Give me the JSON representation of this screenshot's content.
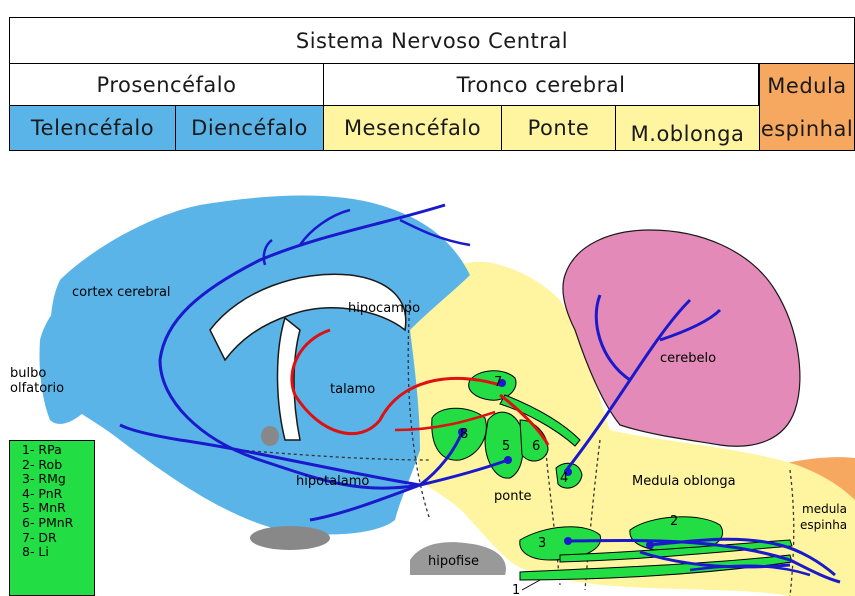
{
  "header": {
    "title": "Sistema Nervoso Central",
    "prosencefalo": "Prosencéfalo",
    "tronco": "Tronco cerebral",
    "medula_line1": "Medula",
    "medula_line2": "espinhal",
    "telencefalo": "Telencéfalo",
    "diencefalo": "Diencéfalo",
    "mesencefalo": "Mesencéfalo",
    "ponte": "Ponte",
    "oblonga": "M.oblonga"
  },
  "colors": {
    "forebrain_blue": "#5ab4e8",
    "brainstem_yellow": "#fff4a0",
    "spinal_orange": "#f7a860",
    "cerebellum_pink": "#e48ab8",
    "nuclei_green": "#22dd44",
    "fiber_blue": "#1a1acc",
    "fiber_red": "#dd1111",
    "hypophysis_grey": "#999999"
  },
  "labels": {
    "cortex": "cortex cerebral",
    "bulbo_1": "bulbo",
    "bulbo_2": "olfatorio",
    "hipocampo": "hipocampo",
    "talamo": "talamo",
    "hipotalamo": "hipotalamo",
    "hipofise": "hipofise",
    "ponte": "ponte",
    "cerebelo": "cerebelo",
    "medula_oblonga": "Medula oblonga",
    "medula_espinhal_1": "medula",
    "medula_espinhal_2": "espinha"
  },
  "nuclei": {
    "n1": "1",
    "n2": "2",
    "n3": "3",
    "n4": "4",
    "n5": "5",
    "n6": "6",
    "n7": "7",
    "n8": "8"
  },
  "legend": [
    "1- RPa",
    "2- Rob",
    "3- RMg",
    "4- PnR",
    "5- MnR",
    "6- PMnR",
    "7- DR",
    "8- Li"
  ]
}
